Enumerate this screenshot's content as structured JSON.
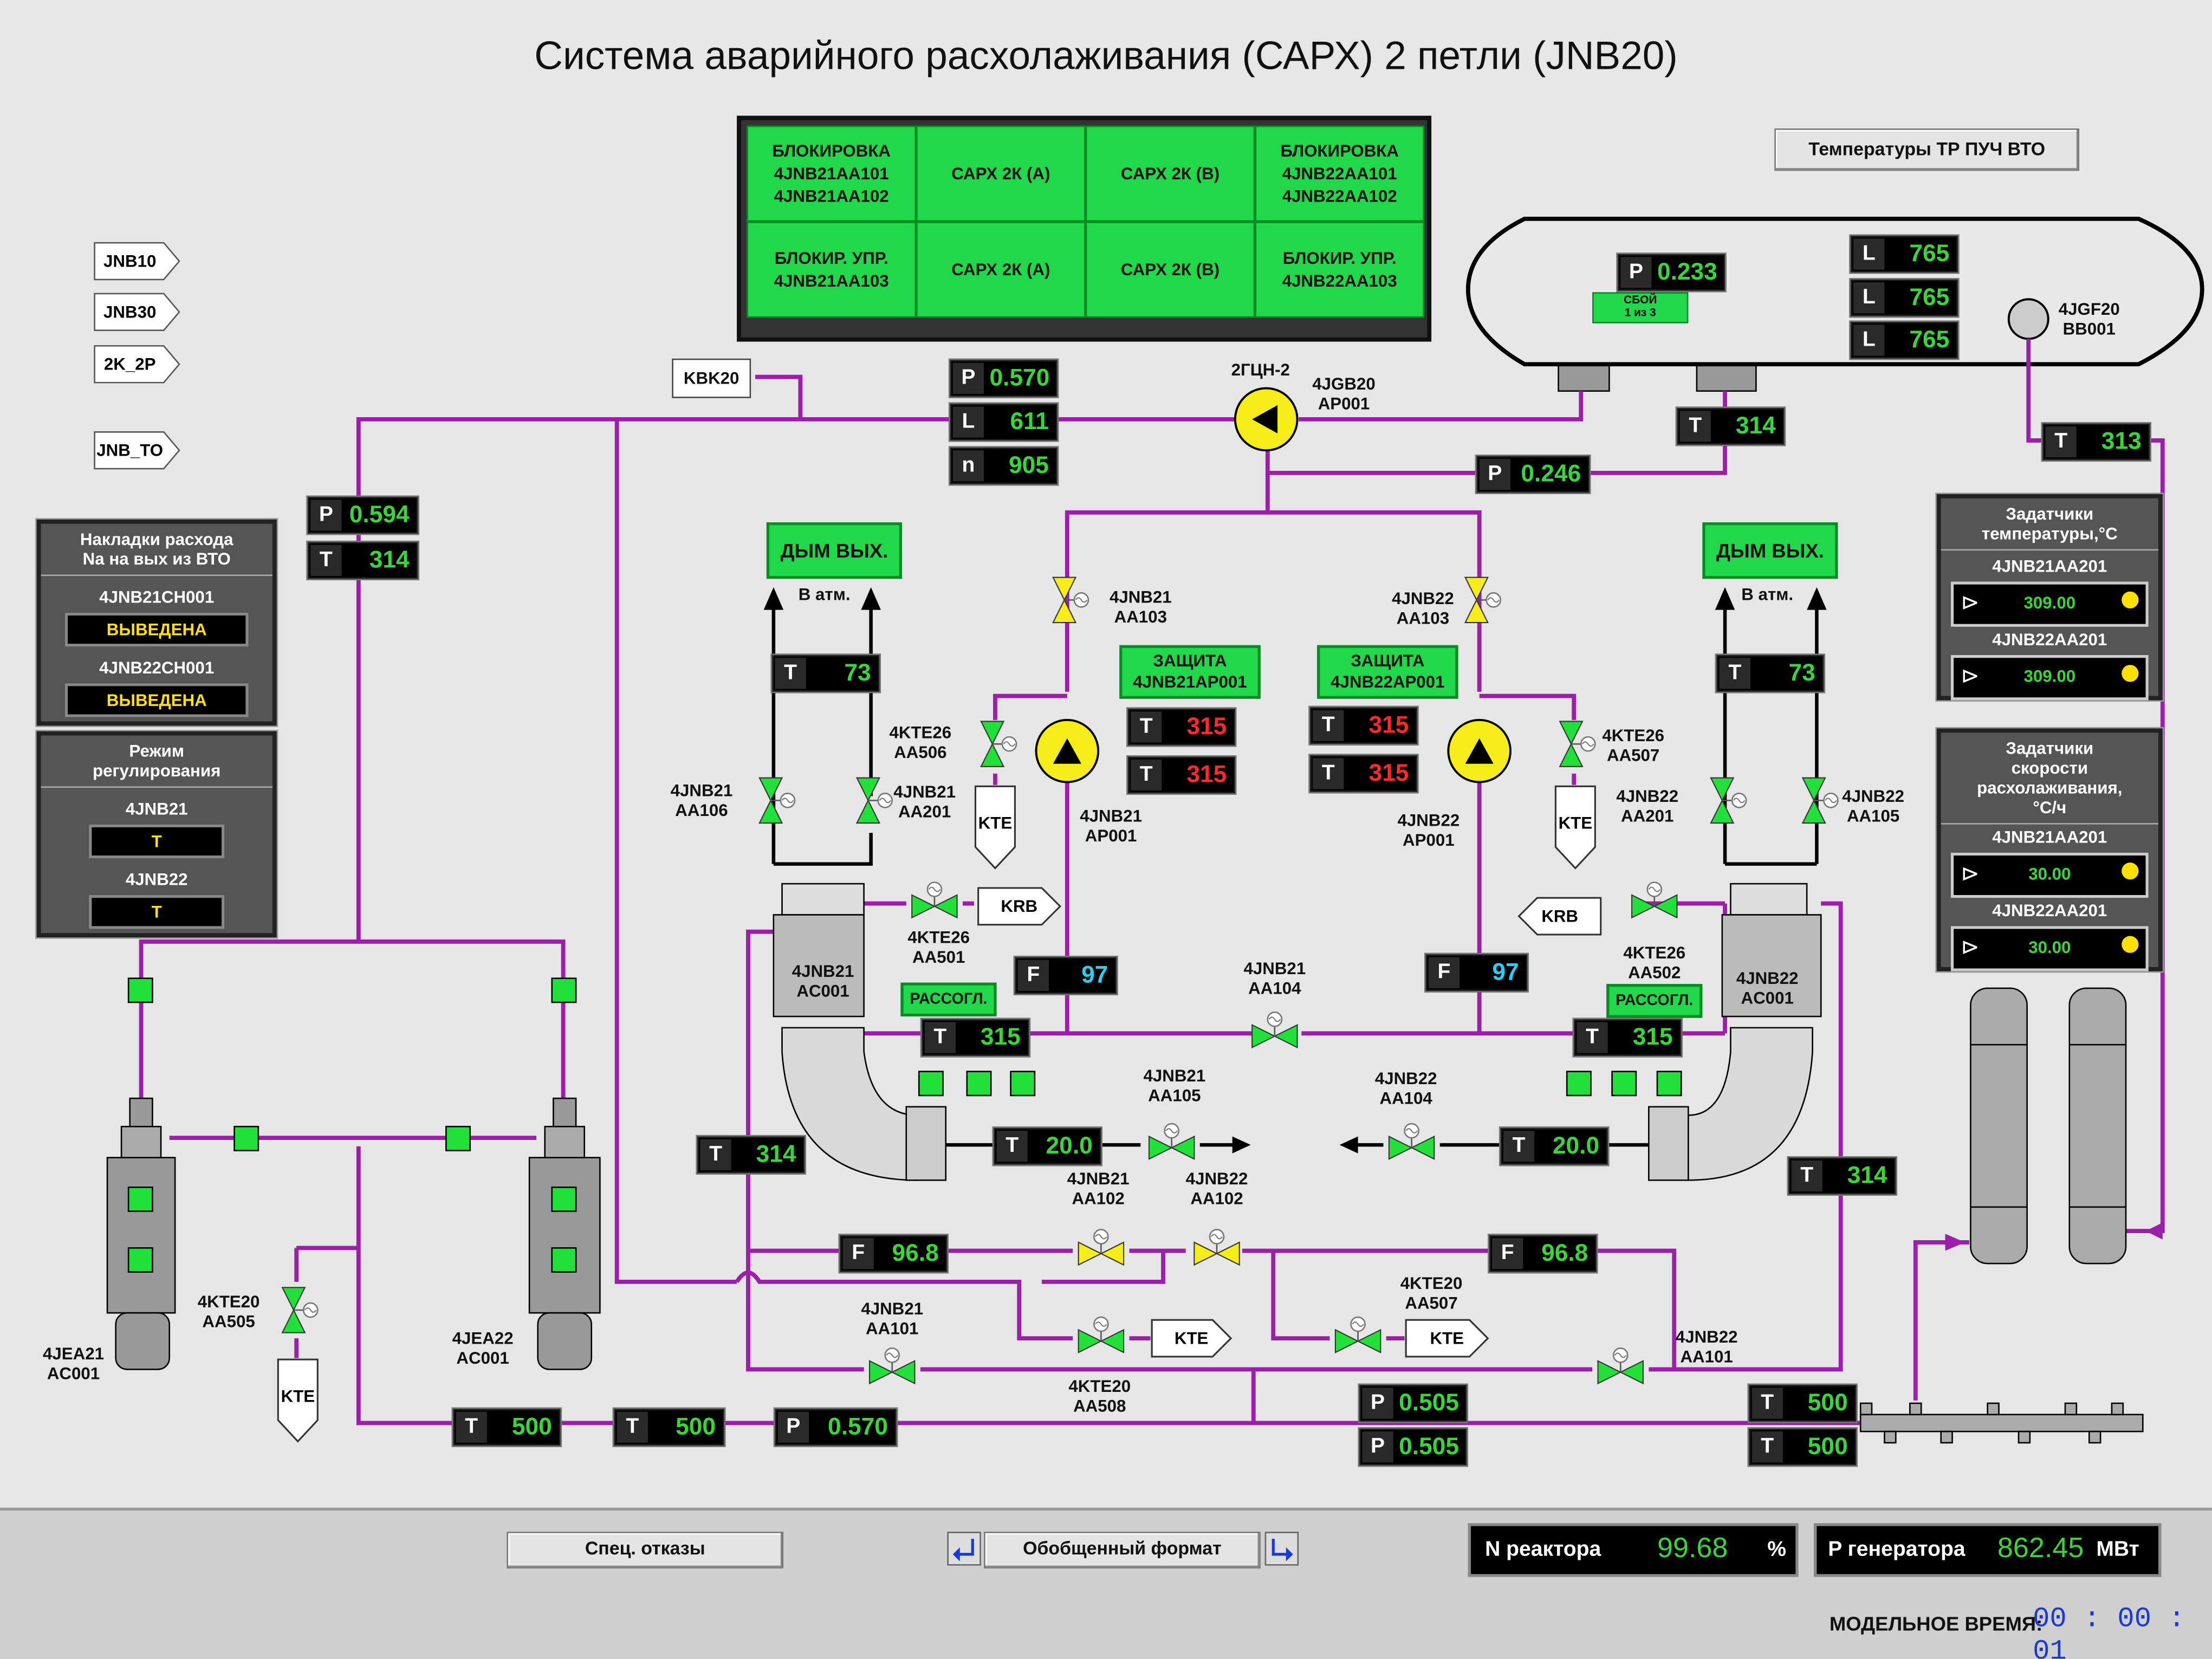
{
  "title": "Система аварийного расхолаживания (САРХ) 2 петли (JNB20)",
  "header_buttons": {
    "temps": "Температуры ТР ПУЧ ВТО"
  },
  "nav_tags": [
    "JNB10",
    "JNB30",
    "2K_2P",
    "JNB_TO"
  ],
  "kbk_tag": "KBK20",
  "block_panel": {
    "cells": [
      "БЛОКИРОВКА\n4JNB21AA101\n4JNB21AA102",
      "САРХ 2К (А)",
      "САРХ 2К (В)",
      "БЛОКИРОВКА\n4JNB22AA101\n4JNB22AA102",
      "БЛОКИР. УПР.\n4JNB21AA103",
      "САРХ 2К (А)",
      "САРХ 2К (В)",
      "БЛОКИР. УПР.\n4JNB22AA103"
    ]
  },
  "flow_panel": {
    "title": "Накладки расхода\nNa на вых из ВТО",
    "rows": [
      {
        "label": "4JNB21CH001",
        "value": "ВЫВЕДЕНА"
      },
      {
        "label": "4JNB22CH001",
        "value": "ВЫВЕДЕНА"
      }
    ]
  },
  "mode_panel": {
    "title": "Режим\nрегулирования",
    "rows": [
      {
        "label": "4JNB21",
        "value": "Т"
      },
      {
        "label": "4JNB22",
        "value": "Т"
      }
    ]
  },
  "temp_setpoints_panel": {
    "title": "Задатчики\nтемпературы,°С",
    "rows": [
      {
        "label": "4JNB21AA201",
        "value": "309.00"
      },
      {
        "label": "4JNB22AA201",
        "value": "309.00"
      }
    ]
  },
  "rate_setpoints_panel": {
    "title": "Задатчики\nскорости\nрасхолаживания,\n°С/ч",
    "rows": [
      {
        "label": "4JNB21AA201",
        "value": "30.00"
      },
      {
        "label": "4JNB22AA201",
        "value": "30.00"
      }
    ]
  },
  "meters": [
    {
      "id": "p-tank",
      "label": "P",
      "value": "0.233",
      "color": "green"
    },
    {
      "id": "l-tank-1",
      "label": "L",
      "value": "765",
      "color": "green"
    },
    {
      "id": "l-tank-2",
      "label": "L",
      "value": "765",
      "color": "green"
    },
    {
      "id": "l-tank-3",
      "label": "L",
      "value": "765",
      "color": "green"
    },
    {
      "id": "p-main",
      "label": "P",
      "value": "0.570",
      "color": "green"
    },
    {
      "id": "l-main",
      "label": "L",
      "value": "611",
      "color": "green"
    },
    {
      "id": "n-main",
      "label": "n",
      "value": "905",
      "color": "green"
    },
    {
      "id": "t-tank-out",
      "label": "T",
      "value": "314",
      "color": "green"
    },
    {
      "id": "p-pump-out",
      "label": "P",
      "value": "0.246",
      "color": "green"
    },
    {
      "id": "t-right-line",
      "label": "T",
      "value": "313",
      "color": "green"
    },
    {
      "id": "p-left",
      "label": "P",
      "value": "0.594",
      "color": "green"
    },
    {
      "id": "t-left",
      "label": "T",
      "value": "314",
      "color": "green"
    },
    {
      "id": "t-smoke-left",
      "label": "T",
      "value": "73",
      "color": "green"
    },
    {
      "id": "t-smoke-right",
      "label": "T",
      "value": "73",
      "color": "green"
    },
    {
      "id": "t-prot-21a",
      "label": "T",
      "value": "315",
      "color": "red"
    },
    {
      "id": "t-prot-21b",
      "label": "T",
      "value": "315",
      "color": "red"
    },
    {
      "id": "t-prot-22a",
      "label": "T",
      "value": "315",
      "color": "red"
    },
    {
      "id": "t-prot-22b",
      "label": "T",
      "value": "315",
      "color": "red"
    },
    {
      "id": "f-21",
      "label": "F",
      "value": "97",
      "color": "cyan"
    },
    {
      "id": "f-22",
      "label": "F",
      "value": "97",
      "color": "cyan"
    },
    {
      "id": "t-hx21",
      "label": "T",
      "value": "315",
      "color": "green"
    },
    {
      "id": "t-hx22",
      "label": "T",
      "value": "315",
      "color": "green"
    },
    {
      "id": "t-hx21-in",
      "label": "T",
      "value": "314",
      "color": "green"
    },
    {
      "id": "t-hx22-in",
      "label": "T",
      "value": "314",
      "color": "green"
    },
    {
      "id": "t-air21",
      "label": "T",
      "value": "20.0",
      "color": "green"
    },
    {
      "id": "t-air22",
      "label": "T",
      "value": "20.0",
      "color": "green"
    },
    {
      "id": "f-loop-21",
      "label": "F",
      "value": "96.8",
      "color": "green"
    },
    {
      "id": "f-loop-22",
      "label": "F",
      "value": "96.8",
      "color": "green"
    },
    {
      "id": "t-bottom-1",
      "label": "T",
      "value": "500",
      "color": "green"
    },
    {
      "id": "t-bottom-2",
      "label": "T",
      "value": "500",
      "color": "green"
    },
    {
      "id": "p-bottom",
      "label": "P",
      "value": "0.570",
      "color": "green"
    },
    {
      "id": "p-bottom-r1",
      "label": "P",
      "value": "0.505",
      "color": "green"
    },
    {
      "id": "p-bottom-r2",
      "label": "P",
      "value": "0.505",
      "color": "green"
    },
    {
      "id": "t-bottom-r1",
      "label": "T",
      "value": "500",
      "color": "green"
    },
    {
      "id": "t-bottom-r2",
      "label": "T",
      "value": "500",
      "color": "green"
    }
  ],
  "fault_badge": {
    "line1": "СБОЙ",
    "line2": "1 из 3"
  },
  "green_labels": {
    "smoke_left": "ДЫМ ВЫХ.",
    "smoke_right": "ДЫМ ВЫХ.",
    "prot21": "ЗАЩИТА\n4JNB21AP001",
    "prot22": "ЗАЩИТА\n4JNB22AP001",
    "mism21": "РАССОГЛ.",
    "mism22": "РАССОГЛ."
  },
  "labels": {
    "pump_main": "2ГЦН-2",
    "pump_main_id": "4JGB20\nAP001",
    "tank_id": "4JGF20\nBB001",
    "atm_left": "В атм.",
    "atm_right": "В атм.",
    "v21_103": "4JNB21\nAA103",
    "v22_103": "4JNB22\nAA103",
    "kte26_506": "4KTE26\nAA506",
    "kte26_507": "4KTE26\nAA507",
    "v21_106": "4JNB21\nAA106",
    "v21_201": "4JNB21\nAA201",
    "v22_201": "4JNB22\nAA201",
    "v22_105": "4JNB22\nAA105",
    "pump21": "4JNB21\nAP001",
    "pump22": "4JNB22\nAP001",
    "kte26_501": "4KTE26\nAA501",
    "kte26_502": "4KTE26\nAA502",
    "hx21": "4JNB21\nAC001",
    "hx22": "4JNB22\nAC001",
    "v21_104": "4JNB21\nAA104",
    "v21_105": "4JNB21\nAA105",
    "v22_104": "4JNB22\nAA104",
    "v21_102": "4JNB21\nAA102",
    "v22_102": "4JNB22\nAA102",
    "v21_101": "4JNB21\nAA101",
    "v22_101": "4JNB22\nAA101",
    "kte20_505": "4KTE20\nAA505",
    "kte20_507": "4KTE20\nAA507",
    "kte20_508": "4KTE20\nAA508",
    "jea21": "4JEA21\nAC001",
    "jea22": "4JEA22\nAC001"
  },
  "equip_tags": {
    "kte": "KTE",
    "krb": "KRB"
  },
  "footer": {
    "spec_button": "Спец. отказы",
    "general_format": "Обобщенный формат",
    "reactor_label": "N реактора",
    "reactor_value": "99.68",
    "reactor_unit": "%",
    "gen_label": "P генератора",
    "gen_value": "862.45",
    "gen_unit": "МВт",
    "model_time_label": "МОДЕЛЬНОЕ ВРЕМЯ:",
    "model_time_value": "00 : 00 : 01"
  },
  "colors": {
    "pipe": "#9b1fa8",
    "valve_green": "#22e03a",
    "valve_yellow": "#f5ec1a",
    "pump_yellow": "#f5ec1a"
  }
}
